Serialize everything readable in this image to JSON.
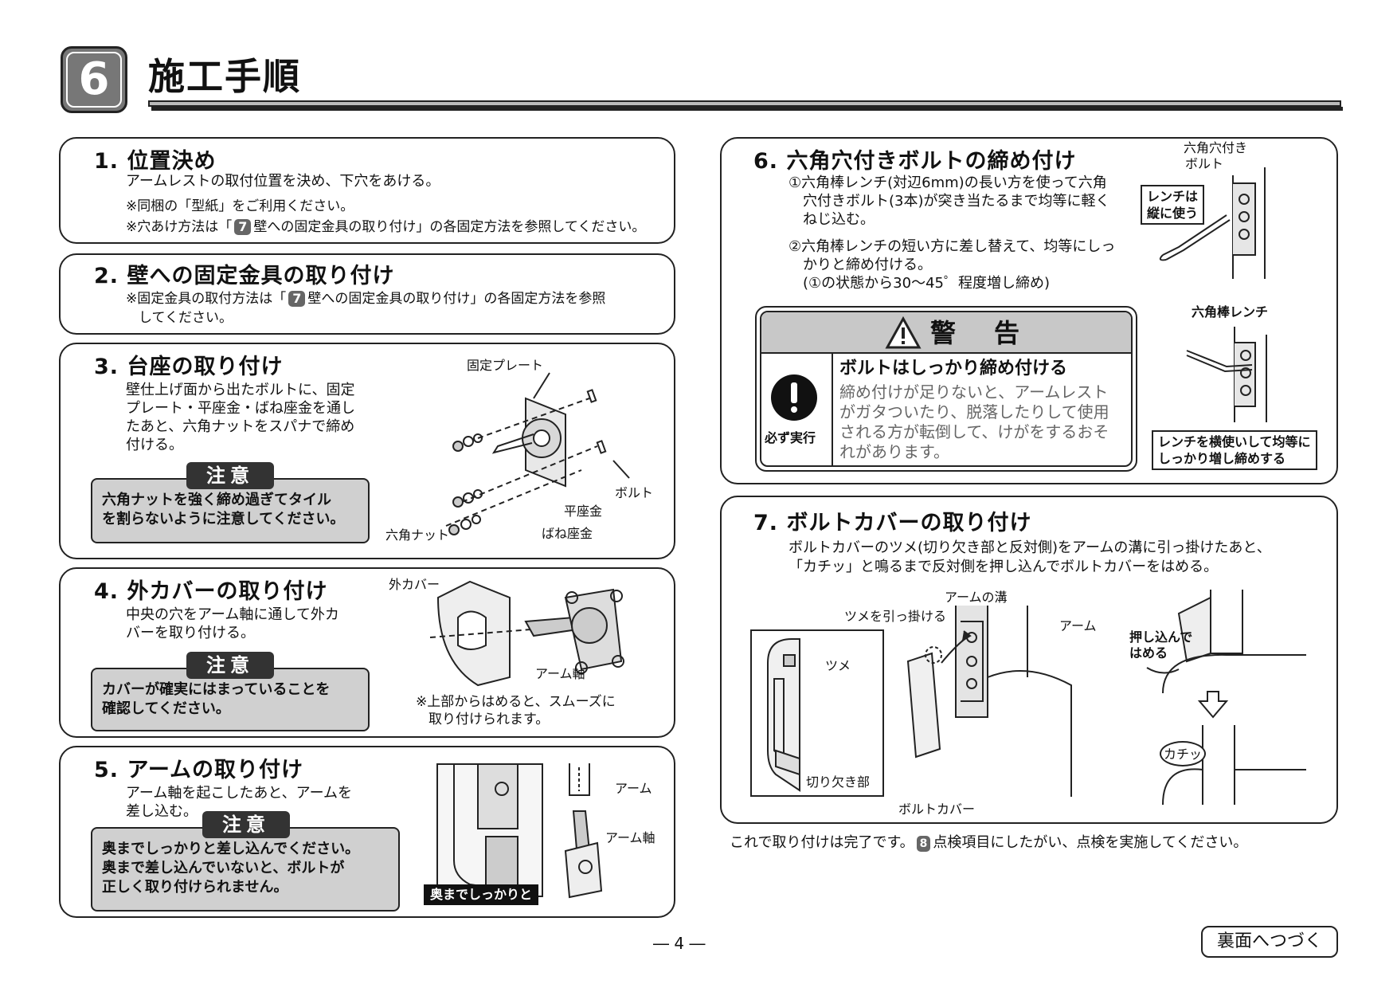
{
  "header": {
    "number": "6",
    "title": "施工手順"
  },
  "sections": {
    "s1": {
      "title": "1. 位置決め",
      "line1": "アームレストの取付位置を決め、下穴をあける。",
      "note1": "※同梱の「型紙」をご利用ください。",
      "note2_pre": "※穴あけ方法は「",
      "note2_badge": "7",
      "note2_post": "壁への固定金具の取り付け」の各固定方法を参照してください。"
    },
    "s2": {
      "title": "2. 壁への固定金具の取り付け",
      "note_pre": "※固定金具の取付方法は「",
      "note_badge": "7",
      "note_post": "壁への固定金具の取り付け」の各固定方法を参照",
      "note_line2": "してください。"
    },
    "s3": {
      "title": "3. 台座の取り付け",
      "body": [
        "壁仕上げ面から出たボルトに、固定",
        "プレート・平座金・ばね座金を通し",
        "たあと、六角ナットをスパナで締め",
        "付ける。"
      ],
      "caution_tag": "注意",
      "caution": [
        "六角ナットを強く締め過ぎてタイル",
        "を割らないように注意してください。"
      ],
      "labels": {
        "plate": "固定プレート",
        "bolt": "ボルト",
        "washer": "平座金",
        "spring": "ばね座金",
        "nut": "六角ナット"
      }
    },
    "s4": {
      "title": "4. 外カバーの取り付け",
      "body": [
        "中央の穴をアーム軸に通して外カ",
        "バーを取り付ける。"
      ],
      "caution_tag": "注意",
      "caution": [
        "カバーが確実にはまっていることを",
        "確認してください。"
      ],
      "labels": {
        "cover": "外カバー",
        "shaft": "アーム軸"
      },
      "note": [
        "※上部からはめると、スムーズに",
        "取り付けられます。"
      ]
    },
    "s5": {
      "title": "5. アームの取り付け",
      "body": [
        "アーム軸を起こしたあと、アームを",
        "差し込む。"
      ],
      "caution_tag": "注意",
      "caution": [
        "奥までしっかりと差し込んでください。",
        "奥まで差し込んでいないと、ボルトが",
        "正しく取り付けられません。"
      ],
      "labels": {
        "arm": "アーム",
        "shaft": "アーム軸",
        "deep": "奥までしっかりと"
      }
    },
    "s6": {
      "title": "6. 六角穴付きボルトの締め付け",
      "step1": [
        "①六角棒レンチ(対辺6mm)の長い方を使って六角",
        "穴付きボルト(3本)が突き当たるまで均等に軽く",
        "ねじ込む。"
      ],
      "step2": [
        "②六角棒レンチの短い方に差し替えて、均等にしっ",
        "かりと締め付ける。",
        "(①の状態から30〜45゜程度増し締め)"
      ],
      "warning_title": "警　告",
      "warning_head": "ボルトはしっかり締め付ける",
      "warning_body": [
        "締め付けが足りないと、アームレスト",
        "がガタついたり、脱落したりして使用",
        "される方が転倒して、けがをするおそ",
        "れがあります。"
      ],
      "must": "必ず実行",
      "labels": {
        "bolt": [
          "六角穴付き",
          "ボルト"
        ],
        "vertical": [
          "レンチは",
          "縦に使う"
        ],
        "wrench": "六角棒レンチ",
        "horizontal": [
          "レンチを横使いして均等に",
          "しっかり増し締めする"
        ]
      }
    },
    "s7": {
      "title": "7. ボルトカバーの取り付け",
      "body": [
        "ボルトカバーのツメ(切り欠き部と反対側)をアームの溝に引っ掛けたあと、",
        "「カチッ」と鳴るまで反対側を押し込んでボルトカバーをはめる。"
      ],
      "labels": {
        "groove": "アームの溝",
        "hook": "ツメを引っ掛ける",
        "arm": "アーム",
        "claw": "ツメ",
        "notch": "切り欠き部",
        "cover": "ボルトカバー",
        "push": [
          "押し込んで",
          "はめる"
        ],
        "click": "カチッ"
      }
    }
  },
  "footer": {
    "complete_pre": "これで取り付けは完了です。",
    "complete_badge": "8",
    "complete_post": "点検項目にしたがい、点検を実施してください。",
    "page": "― 4 ―",
    "continue": "裏面へつづく"
  }
}
